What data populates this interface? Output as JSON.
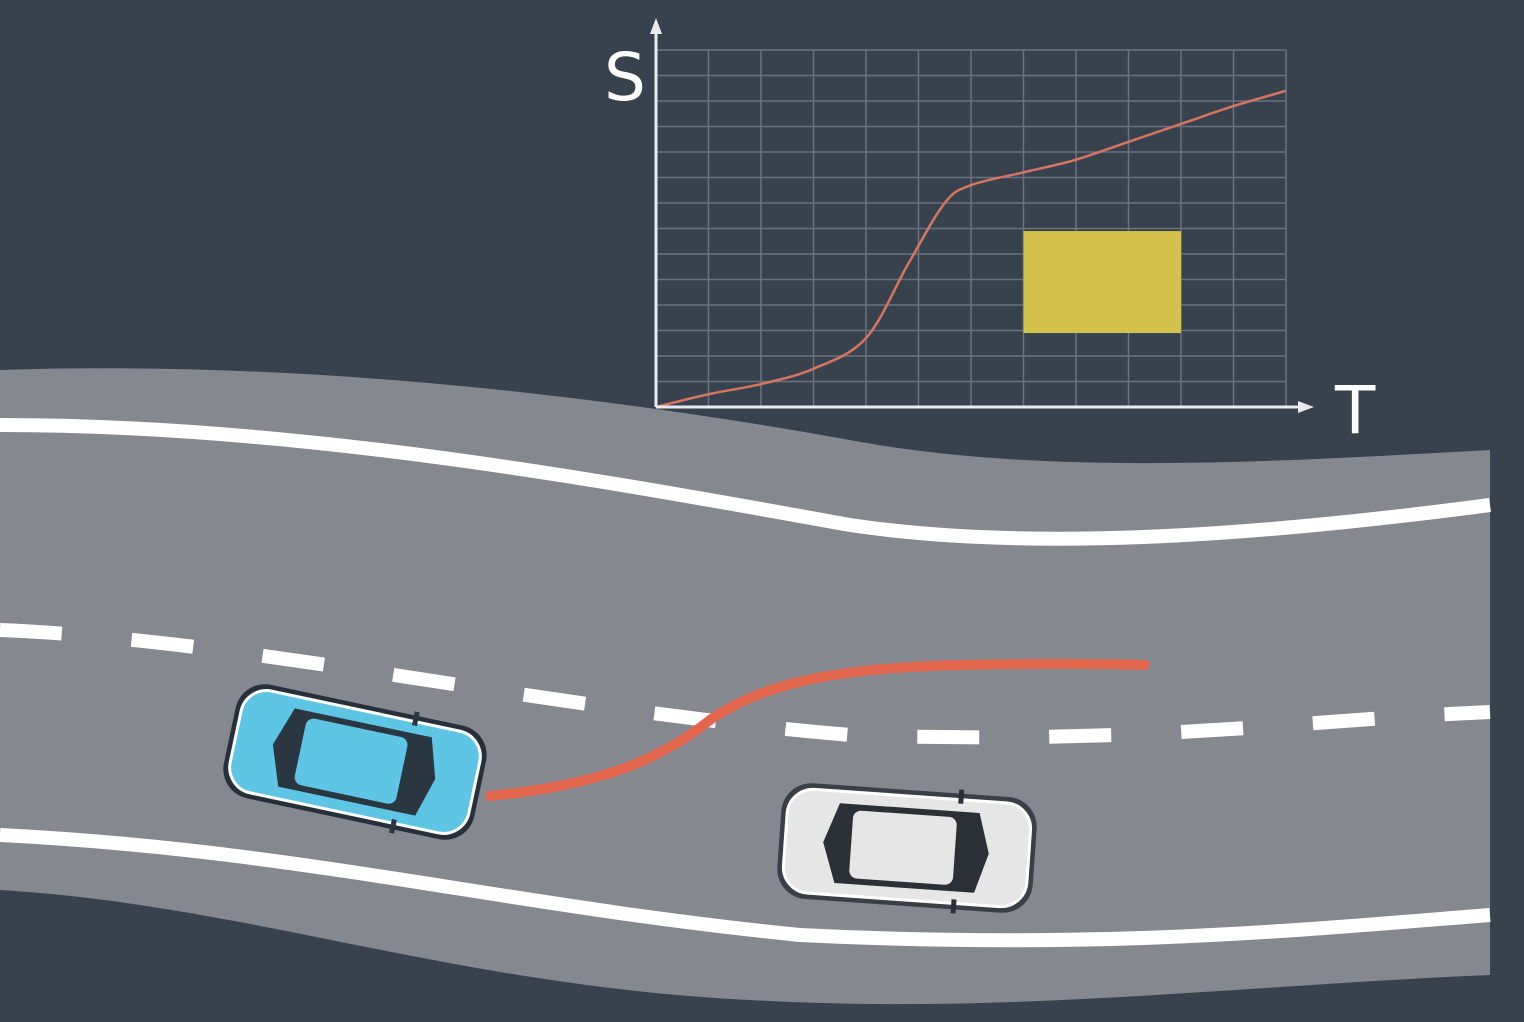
{
  "colors": {
    "background": "#38424f",
    "road": "#85888e",
    "road_edge_line": "#ffffff",
    "lane_dash": "#ffffff",
    "grid_line": "#6b7380",
    "axis": "#e8eaee",
    "curve": "#d87462",
    "obstacle": "#d2c14a",
    "planned_path": "#e0654c",
    "ego_car": "#5ec6e4",
    "ego_car_dark": "#2a3640",
    "other_car": "#e6e6e6",
    "other_car_dark": "#2b2f36"
  },
  "st_graph": {
    "y_axis_label": "S",
    "x_axis_label": "T",
    "t_range": [
      0,
      12
    ],
    "s_range": [
      0,
      7
    ],
    "grid": true,
    "curve_points": [
      [
        0,
        0
      ],
      [
        1,
        0.25
      ],
      [
        2,
        0.45
      ],
      [
        3,
        0.75
      ],
      [
        4,
        1.35
      ],
      [
        4.8,
        2.8
      ],
      [
        5.5,
        4.0
      ],
      [
        6,
        4.35
      ],
      [
        7,
        4.6
      ],
      [
        8,
        4.85
      ],
      [
        9,
        5.2
      ],
      [
        10,
        5.55
      ],
      [
        11,
        5.9
      ],
      [
        12,
        6.2
      ]
    ],
    "obstacle_region": {
      "t_start": 7,
      "t_end": 10,
      "s_start": 1.45,
      "s_end": 3.45
    }
  },
  "scene": {
    "ego_vehicle": "blue-car",
    "other_vehicle": "white-car"
  }
}
